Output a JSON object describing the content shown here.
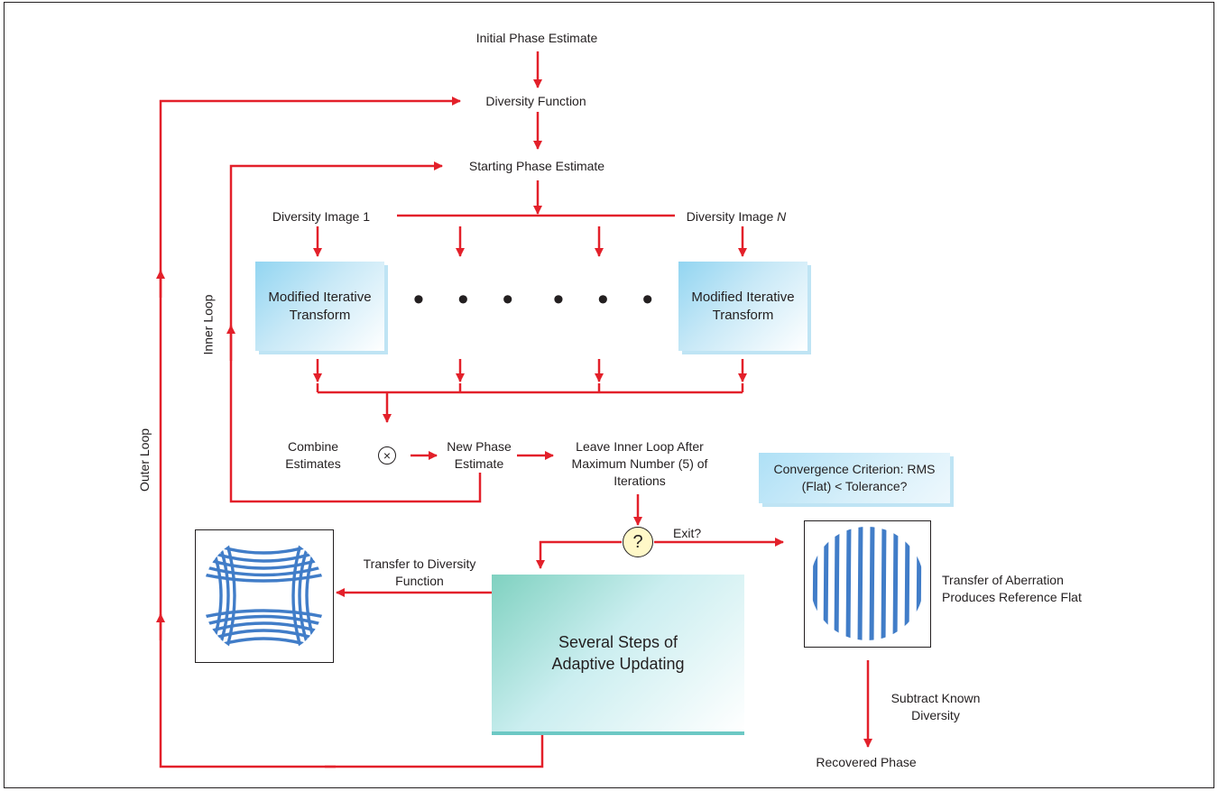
{
  "labels": {
    "initial_phase": "Initial Phase Estimate",
    "diversity_function": "Diversity Function",
    "starting_phase": "Starting Phase Estimate",
    "diversity_image_1": "Diversity Image 1",
    "diversity_image_n_prefix": "Diversity Image ",
    "diversity_image_n_var": "N",
    "mit_1": "Modified Iterative Transform",
    "mit_n": "Modified Iterative Transform",
    "ellipsis": "• • •",
    "combine_estimates": "Combine Estimates",
    "combine_symbol": "×",
    "new_phase": "New Phase Estimate",
    "leave_inner_loop": "Leave Inner Loop After Maximum Number (5) of Iterations",
    "inner_loop": "Inner Loop",
    "outer_loop": "Outer Loop",
    "convergence": "Convergence Criterion: RMS (Flat) < Tolerance?",
    "question_mark": "?",
    "exit": "Exit?",
    "transfer_to_diversity": "Transfer to Diversity Function",
    "adaptive_updating": "Several Steps of Adaptive Updating",
    "transfer_of_aberration": "Transfer of Aberration Produces Reference Flat",
    "subtract_known": "Subtract Known Diversity",
    "recovered_phase": "Recovered Phase"
  },
  "colors": {
    "arrow": "#e3202a",
    "text": "#231f20",
    "fringe": "#2d6fc2",
    "mit_box": "#92d5f1",
    "adaptive_box": "#7fd1c0",
    "convergence_box": "#aee0f6",
    "question_fill": "#fff8c8"
  },
  "icons": {
    "combine": "circled-times-icon",
    "decision": "question-circle-icon",
    "aberrated_fringes": "saddle-fringe-pattern-icon",
    "flat_fringes": "straight-fringe-pattern-icon"
  }
}
